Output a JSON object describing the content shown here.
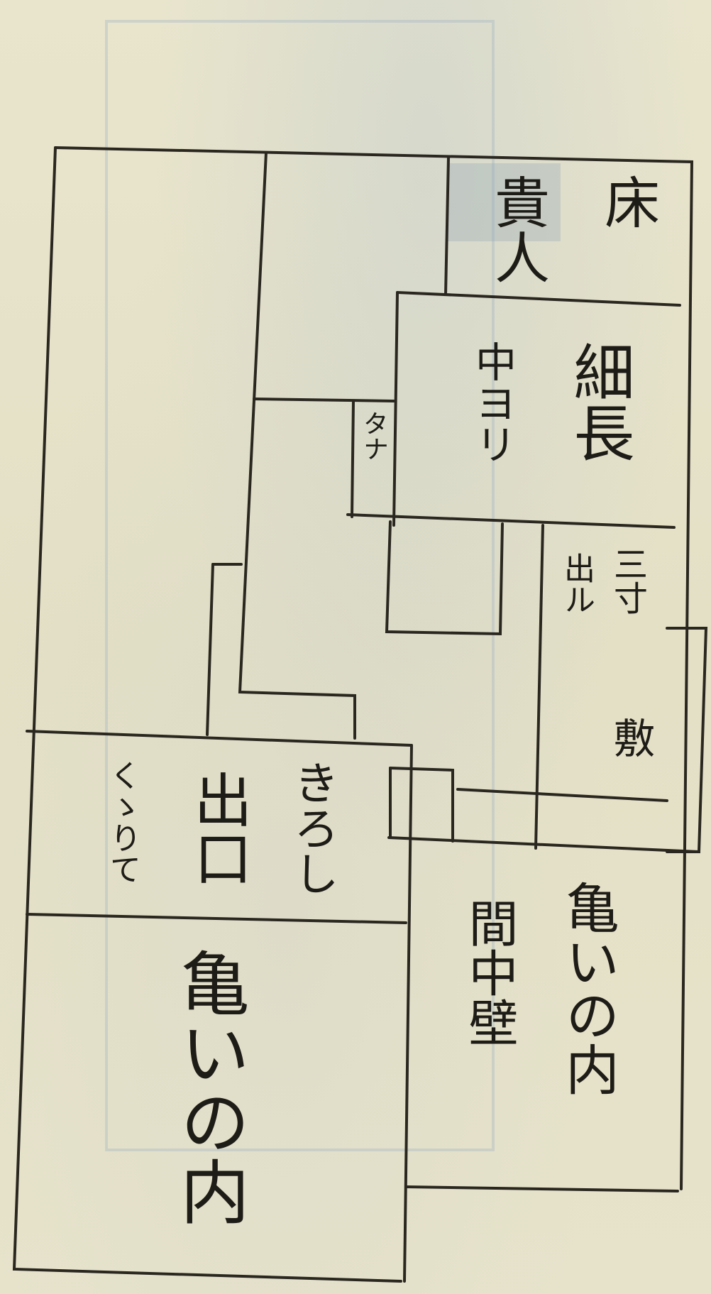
{
  "diagram": {
    "labels": {
      "toko": "床",
      "hitomi": "貴人",
      "hosonaga": "細長",
      "nakaita": "中ヨリ",
      "tana": "タナ",
      "mizuya": "三寸",
      "mizuya_detail": "出ル",
      "mizuya_extra": "敷",
      "kiroshi": "きろし",
      "deguchi": "出口",
      "kuguri": "くゝりて",
      "aiinai_small": "亀いの内",
      "ainaka": "間中壁",
      "aiinai_large": "亀いの内"
    }
  },
  "colors": {
    "paper": "#e6e2c9",
    "ink": "#1e1c17",
    "ghost": "#8aa0b4"
  }
}
